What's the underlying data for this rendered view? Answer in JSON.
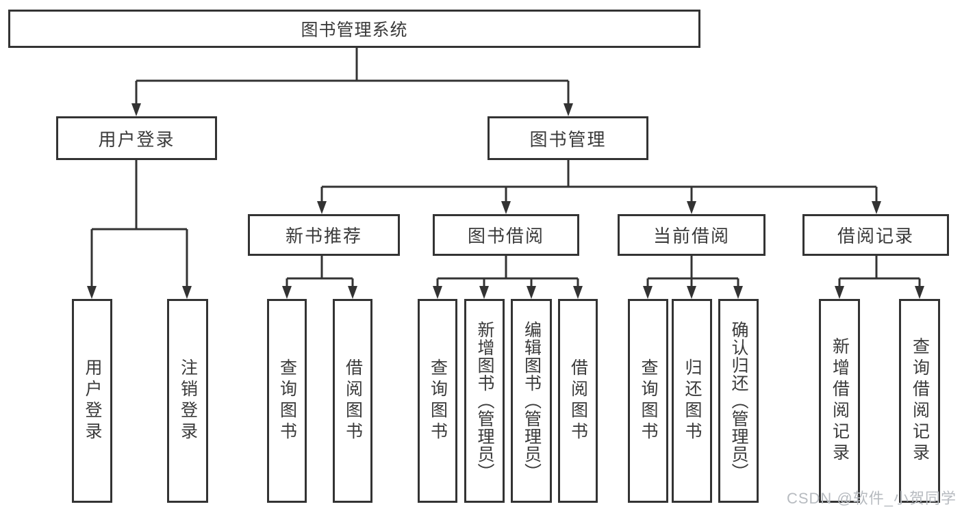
{
  "colors": {
    "line": "#333333",
    "text": "#3a3a3a",
    "box-fill": "#ffffff",
    "bg": "#ffffff",
    "watermark": "#b7bbc0"
  },
  "tree": {
    "root": "图书管理系统",
    "children": [
      {
        "label": "用户登录",
        "children": [
          "用户登录",
          "注销登录"
        ]
      },
      {
        "label": "图书管理",
        "children": [
          {
            "label": "新书推荐",
            "children": [
              "查询图书",
              "借阅图书"
            ]
          },
          {
            "label": "图书借阅",
            "children": [
              "查询图书",
              "新增图书（管理员）",
              "编辑图书（管理员）",
              "借阅图书"
            ]
          },
          {
            "label": "当前借阅",
            "children": [
              "查询图书",
              "归还图书",
              "确认归还（管理员）"
            ]
          },
          {
            "label": "借阅记录",
            "children": [
              "新增借阅记录",
              "查询借阅记录"
            ]
          }
        ]
      }
    ]
  },
  "watermark": {
    "text": "CSDN @软件_小贺同学"
  }
}
